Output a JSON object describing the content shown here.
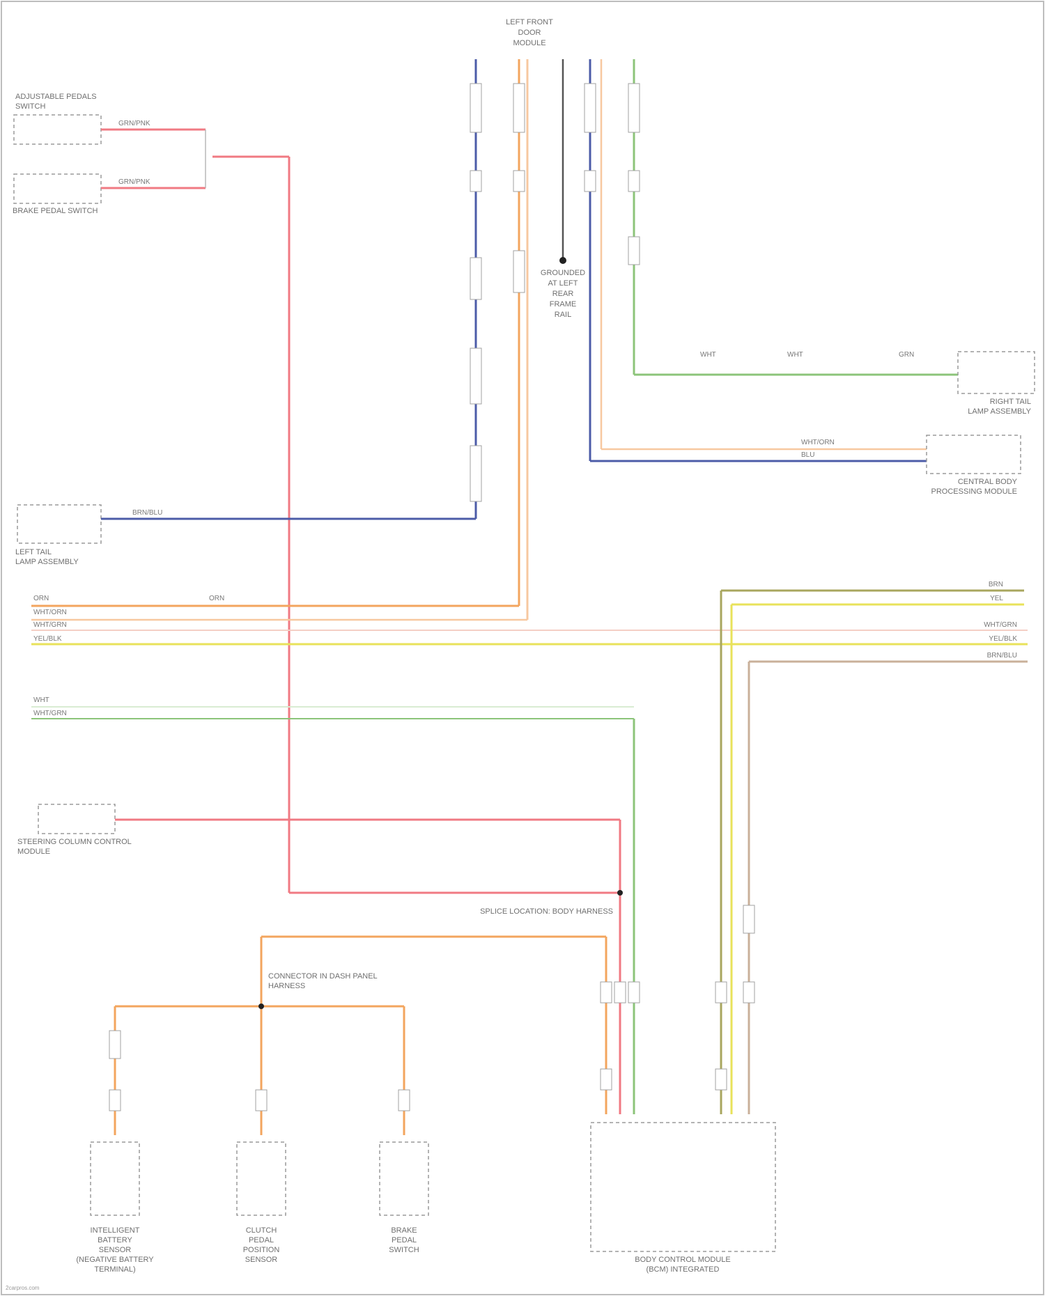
{
  "diagram": {
    "footer_source": "2carpros.com",
    "labels": {
      "top_module": [
        "LEFT FRONT",
        "DOOR",
        "MODULE"
      ],
      "left_switch_top": [
        "ADJUSTABLE PEDALS",
        "SWITCH"
      ],
      "brake_lamp_switch": "BRAKE PEDAL SWITCH",
      "left_tail_lamp": [
        "LEFT TAIL",
        "LAMP ASSEMBLY"
      ],
      "right_tail_lamp": [
        "RIGHT TAIL",
        "LAMP ASSEMBLY"
      ],
      "central_module": [
        "CENTRAL BODY",
        "PROCESSING MODULE"
      ],
      "mid_left_module": [
        "STEERING COLUMN CONTROL",
        "MODULE"
      ],
      "ground_note": [
        "GROUNDED",
        "AT LEFT",
        "REAR",
        "FRAME",
        "RAIL"
      ],
      "splice_note": "SPLICE LOCATION: BODY HARNESS",
      "splice_note_2": [
        "CONNECTOR IN DASH PANEL",
        "HARNESS"
      ],
      "bottom_components": [
        [
          "INTELLIGENT",
          "BATTERY",
          "SENSOR",
          "(NEGATIVE BATTERY",
          "TERMINAL)"
        ],
        [
          "CLUTCH",
          "PEDAL",
          "POSITION",
          "SENSOR"
        ],
        [
          "BRAKE",
          "PEDAL",
          "SWITCH"
        ],
        [
          "BODY CONTROL MODULE",
          "(BCM) INTEGRATED"
        ]
      ]
    },
    "wire_codes": {
      "pink_1": "GRN/PNK",
      "pink_2": "GRN/PNK",
      "blue": "BRN/BLU",
      "orange": "ORN",
      "left_row_1": "ORN",
      "left_row_2": "WHT/ORN",
      "left_row_3": "WHT/GRN",
      "left_row_4": "YEL/BLK",
      "left_row_5": "WHT",
      "left_row_6": "WHT/GRN",
      "right_row_1": "BRN",
      "right_row_2": "YEL",
      "right_row_3": "WHT/GRN",
      "right_row_4": "YEL/BLK",
      "right_row_5": "BRN/BLU",
      "green_run": "WHT",
      "green_run_2": "WHT",
      "green_run_3": "GRN",
      "tan_run": "WHT/ORN",
      "blue_run": "BLU"
    },
    "colors": {
      "pink": "#f07a83",
      "blue": "#4c5ca8",
      "orange": "#f3a55e",
      "light_orange": "#f7c8a0",
      "green": "#8cc47a",
      "yellow": "#e8e25a",
      "olive": "#a8a65e",
      "dark_gray": "#555555",
      "tan": "#c9b09a"
    }
  }
}
